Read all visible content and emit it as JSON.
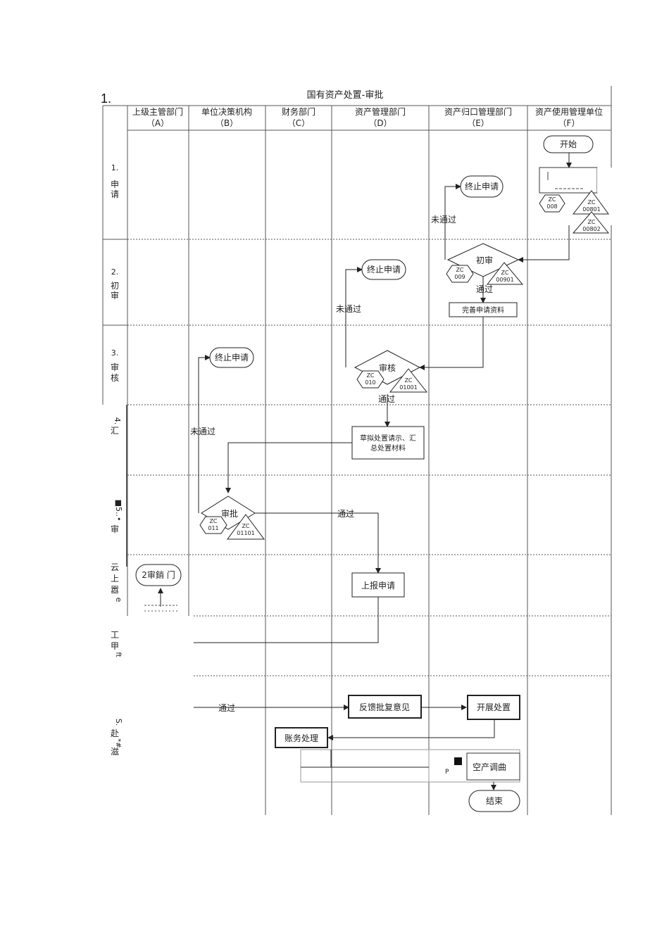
{
  "page_number": "1.",
  "title": "国有资产处置-审批",
  "columns": [
    {
      "name": "上级主管部门",
      "code": "（A）"
    },
    {
      "name": "单位决策机构",
      "code": "（B）"
    },
    {
      "name": "财务部门",
      "code": "（C）"
    },
    {
      "name": "资产管理部门",
      "code": "（D）"
    },
    {
      "name": "资产归口管理部门",
      "code": "（E）"
    },
    {
      "name": "资产使用管理单位",
      "code": "（F）"
    }
  ],
  "stages": [
    {
      "num": "1.",
      "chars": [
        "申",
        "请"
      ]
    },
    {
      "num": "2.",
      "chars": [
        "初",
        "审"
      ]
    },
    {
      "num": "3.",
      "chars": [
        "审",
        "核"
      ]
    },
    {
      "num": "4.",
      "chars": [
        "汇"
      ]
    },
    {
      "num": "■5..•",
      "chars": [
        "审"
      ]
    },
    {
      "num": "e",
      "chars": [
        "云",
        "上",
        "嚣"
      ]
    },
    {
      "num": "ft",
      "chars": [
        "工",
        "甲"
      ]
    },
    {
      "num": "S.",
      "chars": [
        "赴",
        "滋"
      ],
      "extra": "*#"
    }
  ],
  "nodes": {
    "start": "开始",
    "stop1": "终止申请",
    "stop2": "终止申请",
    "stop3": "终止申请",
    "stop4": "2审銷 门",
    "initial_review": "初审",
    "complete_materials": "完善申请资料",
    "audit": "审核",
    "draft": [
      "草拟处置请示、汇",
      "总处置材料"
    ],
    "approve": "审批",
    "submit": "上报申请",
    "feedback": "反馈批复意见",
    "carry_out": "开展处置",
    "accounting": "账务处理",
    "asset_adjust": "空产调曲",
    "end": "结束",
    "p_mark": "P"
  },
  "doc_codes": {
    "f_hex": [
      "ZC",
      "008"
    ],
    "f_tri1": [
      "ZC",
      "00801"
    ],
    "f_tri2": [
      "ZC",
      "00802"
    ],
    "e_hex": [
      "ZC",
      "009"
    ],
    "e_tri": [
      "ZC",
      "00901"
    ],
    "d_hex": [
      "ZC",
      "010"
    ],
    "d_tri": [
      "ZC",
      "01001"
    ],
    "b_hex": [
      "ZC",
      "011"
    ],
    "b_tri": [
      "ZC",
      "01101"
    ]
  },
  "edge_labels": {
    "not_passed": "未通过",
    "passed": "通过"
  }
}
